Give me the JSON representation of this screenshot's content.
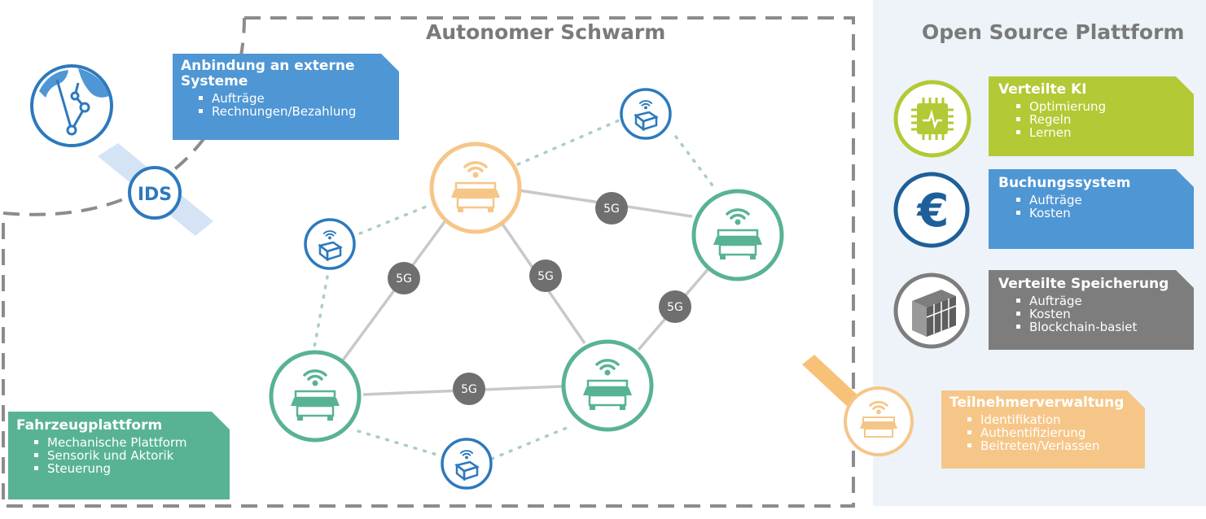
{
  "titles": {
    "swarm": "Autonomer Schwarm",
    "platform": "Open Source Plattform"
  },
  "ids_label": "IDS",
  "link_label": "5G",
  "boxes": {
    "external": {
      "title": "Anbindung an externe Systeme",
      "items": [
        "Aufträge",
        "Rechnungen/Bezahlung"
      ]
    },
    "vehicle": {
      "title": "Fahrzeugplattform",
      "items": [
        "Mechanische Plattform",
        "Sensorik und Aktorik",
        "Steuerung"
      ]
    },
    "ai": {
      "title": "Verteilte KI",
      "items": [
        "Optimierung",
        "Regeln",
        "Lernen"
      ]
    },
    "booking": {
      "title": "Buchungssystem",
      "items": [
        "Aufträge",
        "Kosten"
      ]
    },
    "storage": {
      "title": "Verteilte Speicherung",
      "items": [
        "Aufträge",
        "Kosten",
        "Blockchain-basiet"
      ]
    },
    "participants": {
      "title": "Teilnehmerverwaltung",
      "items": [
        "Identifikation",
        "Authentifizierung",
        "Beitreten/Verlassen"
      ]
    }
  },
  "colors": {
    "blue": "#4f96d4",
    "green": "#58b394",
    "lime": "#b3c935",
    "gray": "#7d7d7d",
    "orange": "#f6c688",
    "panel": "#edf3f9",
    "link": "#6f6f6f"
  }
}
